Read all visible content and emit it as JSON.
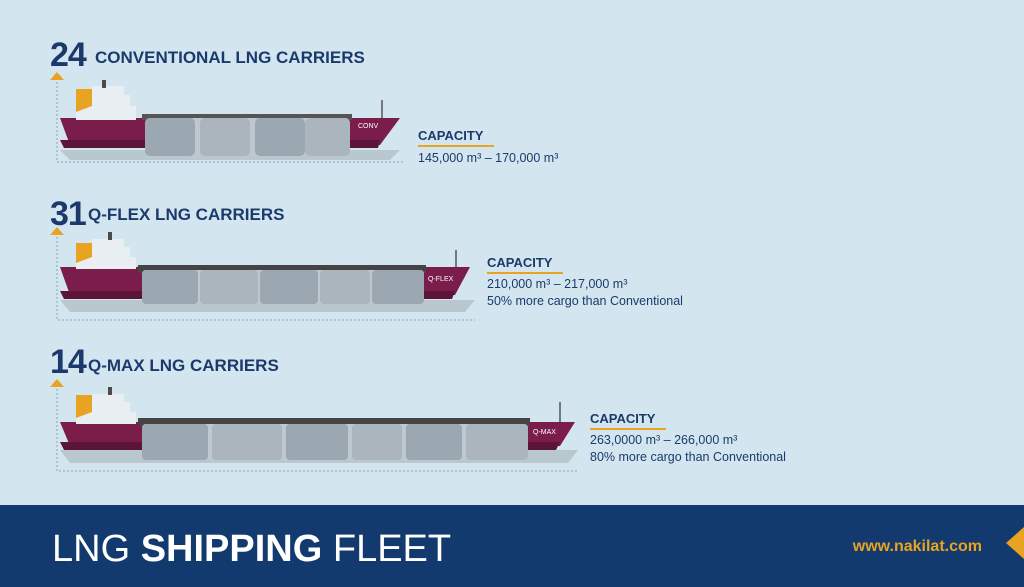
{
  "sections": [
    {
      "count": "24",
      "title": "CONVENTIONAL LNG CARRIERS",
      "hull_label": "CONV",
      "capacity_label": "CAPACITY",
      "capacity_range": "145,000 m³ – 170,000 m³",
      "note": ""
    },
    {
      "count": "31",
      "title": "Q-FLEX LNG CARRIERS",
      "hull_label": "Q-FLEX",
      "capacity_label": "CAPACITY",
      "capacity_range": "210,000 m³ – 217,000 m³",
      "note": "50% more cargo than Conventional"
    },
    {
      "count": "14",
      "title": "Q-MAX LNG CARRIERS",
      "hull_label": "Q-MAX",
      "capacity_label": "CAPACITY",
      "capacity_range": "263,0000 m³ – 266,000 m³",
      "note": "80% more cargo than Conventional"
    }
  ],
  "footer": {
    "title_light_1": "LNG ",
    "title_bold": "SHIPPING",
    "title_light_2": " FLEET",
    "url": "www.nakilat.com"
  },
  "colors": {
    "background": "#d3e6f0",
    "navy": "#1b3a6b",
    "hull": "#7b1d4b",
    "accent": "#e7a321",
    "footer": "#123a6e"
  }
}
